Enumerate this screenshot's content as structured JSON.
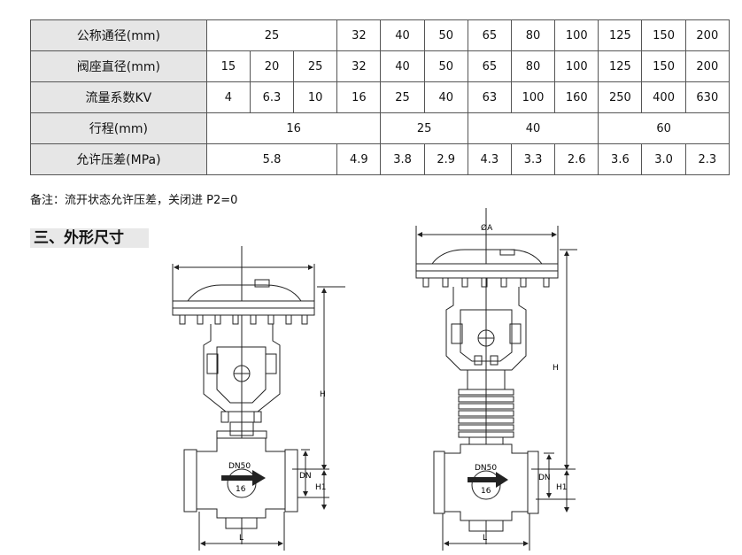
{
  "table": {
    "rows": [
      {
        "label": "公称通径(mm)",
        "cells": [
          {
            "v": "25",
            "span": 3
          },
          {
            "v": "32",
            "span": 1
          },
          {
            "v": "40",
            "span": 1
          },
          {
            "v": "50",
            "span": 1
          },
          {
            "v": "65",
            "span": 1
          },
          {
            "v": "80",
            "span": 1
          },
          {
            "v": "100",
            "span": 1
          },
          {
            "v": "125",
            "span": 1
          },
          {
            "v": "150",
            "span": 1
          },
          {
            "v": "200",
            "span": 1
          }
        ]
      },
      {
        "label": "阀座直径(mm)",
        "cells": [
          {
            "v": "15",
            "span": 1
          },
          {
            "v": "20",
            "span": 1
          },
          {
            "v": "25",
            "span": 1
          },
          {
            "v": "32",
            "span": 1
          },
          {
            "v": "40",
            "span": 1
          },
          {
            "v": "50",
            "span": 1
          },
          {
            "v": "65",
            "span": 1
          },
          {
            "v": "80",
            "span": 1
          },
          {
            "v": "100",
            "span": 1
          },
          {
            "v": "125",
            "span": 1
          },
          {
            "v": "150",
            "span": 1
          },
          {
            "v": "200",
            "span": 1
          }
        ]
      },
      {
        "label": "流量系数KV",
        "cells": [
          {
            "v": "4",
            "span": 1
          },
          {
            "v": "6.3",
            "span": 1
          },
          {
            "v": "10",
            "span": 1
          },
          {
            "v": "16",
            "span": 1
          },
          {
            "v": "25",
            "span": 1
          },
          {
            "v": "40",
            "span": 1
          },
          {
            "v": "63",
            "span": 1
          },
          {
            "v": "100",
            "span": 1
          },
          {
            "v": "160",
            "span": 1
          },
          {
            "v": "250",
            "span": 1
          },
          {
            "v": "400",
            "span": 1
          },
          {
            "v": "630",
            "span": 1
          }
        ]
      },
      {
        "label": "行程(mm)",
        "cells": [
          {
            "v": "16",
            "span": 4
          },
          {
            "v": "25",
            "span": 2
          },
          {
            "v": "40",
            "span": 3
          },
          {
            "v": "60",
            "span": 3
          }
        ]
      },
      {
        "label": "允许压差(MPa)",
        "cells": [
          {
            "v": "5.8",
            "span": 3
          },
          {
            "v": "4.9",
            "span": 1
          },
          {
            "v": "3.8",
            "span": 1
          },
          {
            "v": "2.9",
            "span": 1
          },
          {
            "v": "4.3",
            "span": 1
          },
          {
            "v": "3.3",
            "span": 1
          },
          {
            "v": "2.6",
            "span": 1
          },
          {
            "v": "3.6",
            "span": 1
          },
          {
            "v": "3.0",
            "span": 1
          },
          {
            "v": "2.3",
            "span": 1
          }
        ]
      }
    ]
  },
  "note": "备注：流开状态允许压差，关闭进 P2=0",
  "section_title": "三、外形尺寸",
  "drawing_left": {
    "dn": "DN50",
    "pn": "16",
    "h": "H",
    "h1": "H1",
    "l": "L",
    "dn_label": "DN"
  },
  "drawing_right": {
    "dn": "DN50",
    "pn": "16",
    "a": "ØA",
    "h": "H",
    "h1": "H1",
    "l": "L",
    "dn_label": "DN"
  },
  "colors": {
    "header_bg": "#e6e6e6",
    "line": "#222222"
  }
}
